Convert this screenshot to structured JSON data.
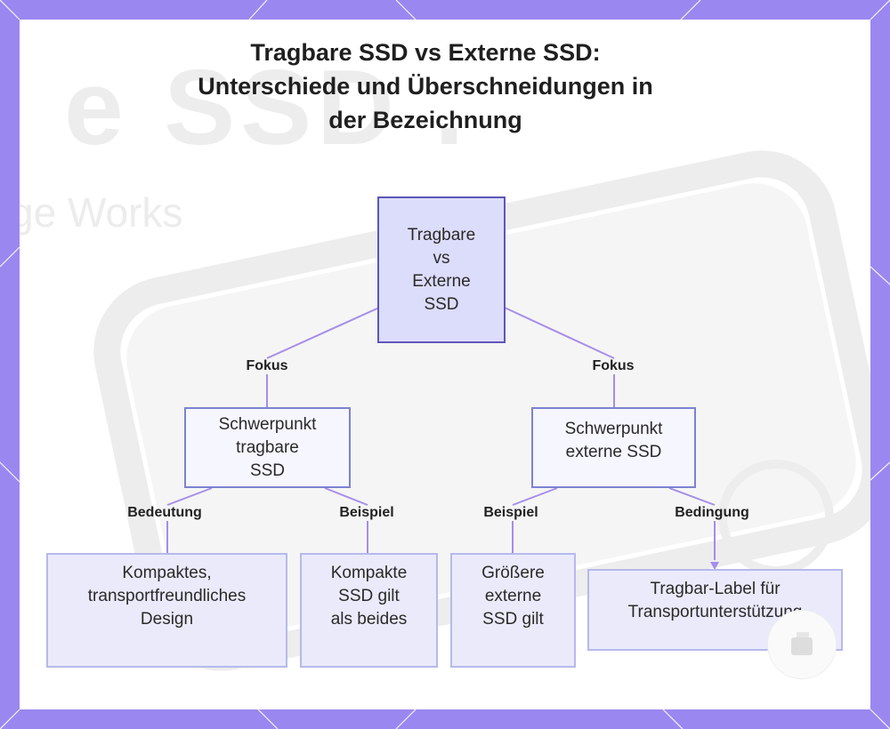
{
  "title": {
    "line1": "Tragbare SSD vs Externe SSD:",
    "line2": "Unterschiede und Überschneidungen in",
    "line3": "der Bezeichnung"
  },
  "background": {
    "big_text": "e SSD .",
    "sub_text": "ge Works"
  },
  "nodes": {
    "root": "Tragbare\nvs\nExterne\nSSD",
    "focus_portable": "Schwerpunkt\ntragbare\nSSD",
    "focus_external": "Schwerpunkt\nexterne SSD",
    "leaf_compact_design": "Kompaktes,\ntransportfreundliches\nDesign",
    "leaf_compact_both": "Kompakte\nSSD gilt\nals beides",
    "leaf_larger_external": "Größere\nexterne\nSSD gilt",
    "leaf_portable_label": "Tragbar-Label für\nTransportunterstützung"
  },
  "edge_labels": {
    "fokus_left": "Fokus",
    "fokus_right": "Fokus",
    "bedeutung": "Bedeutung",
    "beispiel_left": "Beispiel",
    "beispiel_right": "Beispiel",
    "bedingung": "Bedingung"
  },
  "colors": {
    "frame": "#9b87f0",
    "edge": "#a48ee8",
    "root_fill": "#dcdcfb",
    "root_border": "#5e56b8",
    "node_border": "#7c82d2",
    "leaf_fill": "#eaeafa"
  },
  "icons": {
    "watermark": "logo-badge-icon"
  }
}
